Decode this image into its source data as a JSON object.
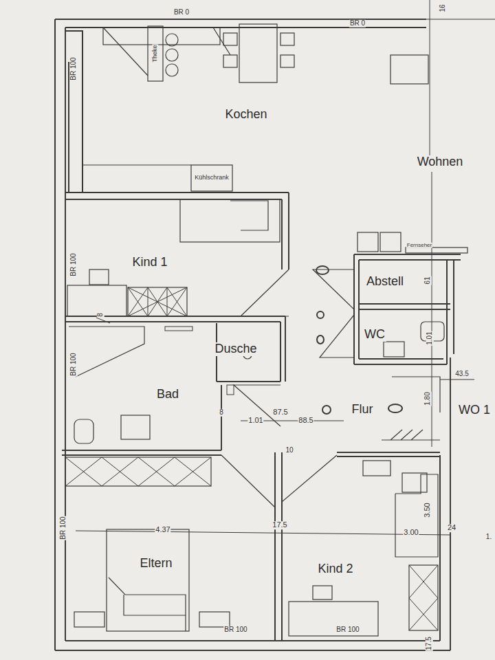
{
  "diagram": {
    "nodes": [
      {
        "text": [
          "Kochen"
        ]
      },
      {
        "text": [
          "Wohnen"
        ]
      },
      {
        "text": [
          "Kind 1"
        ]
      },
      {
        "text": [
          "Abstell"
        ]
      },
      {
        "text": [
          "Dusche"
        ]
      },
      {
        "text": [
          "WC"
        ]
      },
      {
        "text": [
          "Bad"
        ]
      },
      {
        "text": [
          "Flur"
        ]
      },
      {
        "text": [
          "WO 1"
        ]
      },
      {
        "text": [
          "Eltern"
        ]
      },
      {
        "text": [
          "Kind 2"
        ]
      }
    ],
    "labels": [
      "16",
      "BR 0",
      "BR 0",
      "Theke",
      "BR 100",
      "Kühlschrank",
      "BR 100",
      "Fernseher",
      "61",
      "8",
      "BR 100",
      "1.01",
      "43.5",
      "1.80",
      "8",
      "1.01",
      "87.5",
      "88.5",
      "10",
      "BR 100",
      "4.37",
      "17.5",
      "3.00",
      "24",
      "1.",
      "3.50",
      "BR 100",
      "BR 100",
      "17.5"
    ]
  }
}
